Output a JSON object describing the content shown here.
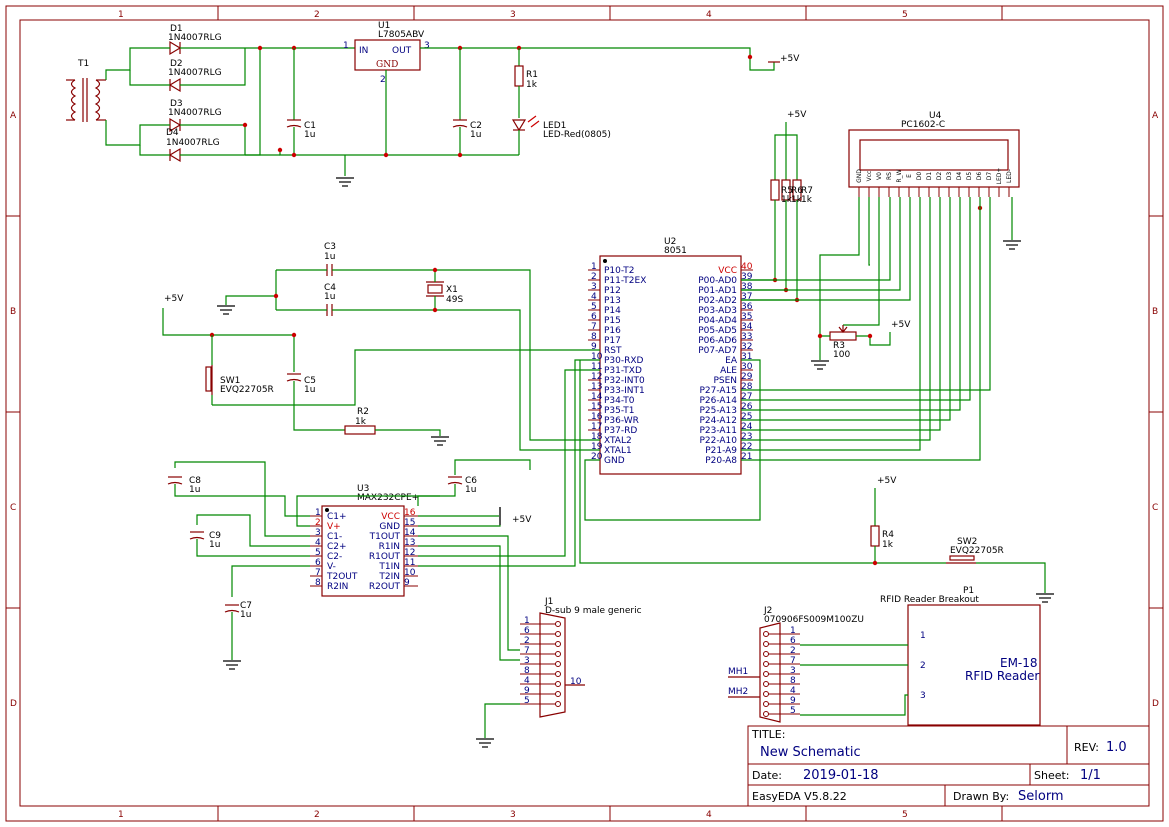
{
  "frame": {
    "col_labels": [
      "1",
      "2",
      "3",
      "4",
      "5"
    ],
    "row_labels": [
      "A",
      "B",
      "C",
      "D"
    ]
  },
  "title_block": {
    "title_label": "TITLE:",
    "title": "New Schematic",
    "rev_label": "REV:",
    "rev": "1.0",
    "date_label": "Date:",
    "date": "2019-01-18",
    "sheet_label": "Sheet:",
    "sheet": "1/1",
    "tool": "EasyEDA V5.8.22",
    "drawn_label": "Drawn By:",
    "drawn_by": "Selorm"
  },
  "power": {
    "t1": {
      "ref": "T1"
    },
    "d1": {
      "ref": "D1",
      "value": "1N4007RLG"
    },
    "d2": {
      "ref": "D2",
      "value": "1N4007RLG"
    },
    "d3": {
      "ref": "D3",
      "value": "1N4007RLG"
    },
    "d4": {
      "ref": "D4",
      "value": "1N4007RLG"
    },
    "u1": {
      "ref": "U1",
      "value": "L7805ABV",
      "pin_in": "IN",
      "pin_out": "OUT",
      "pin_gnd": "GND",
      "n_in": "1",
      "n_out": "3",
      "n_gnd": "2"
    },
    "c1": {
      "ref": "C1",
      "value": "1u"
    },
    "c2": {
      "ref": "C2",
      "value": "1u"
    },
    "r1": {
      "ref": "R1",
      "value": "1k"
    },
    "led1": {
      "ref": "LED1",
      "value": "LED-Red(0805)"
    },
    "vcc_label": "+5V"
  },
  "mcu": {
    "ref": "U2",
    "value": "8051",
    "left_pins": [
      {
        "n": "1",
        "name": "P10-T2"
      },
      {
        "n": "2",
        "name": "P11-T2EX"
      },
      {
        "n": "3",
        "name": "P12"
      },
      {
        "n": "4",
        "name": "P13"
      },
      {
        "n": "5",
        "name": "P14"
      },
      {
        "n": "6",
        "name": "P15"
      },
      {
        "n": "7",
        "name": "P16"
      },
      {
        "n": "8",
        "name": "P17"
      },
      {
        "n": "9",
        "name": "RST"
      },
      {
        "n": "10",
        "name": "P30-RXD"
      },
      {
        "n": "11",
        "name": "P31-TXD"
      },
      {
        "n": "12",
        "name": "P32-INT0"
      },
      {
        "n": "13",
        "name": "P33-INT1"
      },
      {
        "n": "14",
        "name": "P34-T0"
      },
      {
        "n": "15",
        "name": "P35-T1"
      },
      {
        "n": "16",
        "name": "P36-WR"
      },
      {
        "n": "17",
        "name": "P37-RD"
      },
      {
        "n": "18",
        "name": "XTAL2"
      },
      {
        "n": "19",
        "name": "XTAL1"
      },
      {
        "n": "20",
        "name": "GND"
      }
    ],
    "right_pins": [
      {
        "n": "40",
        "name": "VCC"
      },
      {
        "n": "39",
        "name": "P00-AD0"
      },
      {
        "n": "38",
        "name": "P01-AD1"
      },
      {
        "n": "37",
        "name": "P02-AD2"
      },
      {
        "n": "36",
        "name": "P03-AD3"
      },
      {
        "n": "35",
        "name": "P04-AD4"
      },
      {
        "n": "34",
        "name": "P05-AD5"
      },
      {
        "n": "33",
        "name": "P06-AD6"
      },
      {
        "n": "32",
        "name": "P07-AD7"
      },
      {
        "n": "31",
        "name": "EA"
      },
      {
        "n": "30",
        "name": "ALE"
      },
      {
        "n": "29",
        "name": "PSEN"
      },
      {
        "n": "28",
        "name": "P27-A15"
      },
      {
        "n": "27",
        "name": "P26-A14"
      },
      {
        "n": "26",
        "name": "P25-A13"
      },
      {
        "n": "25",
        "name": "P24-A12"
      },
      {
        "n": "24",
        "name": "P23-A11"
      },
      {
        "n": "23",
        "name": "P22-A10"
      },
      {
        "n": "22",
        "name": "P21-A9"
      },
      {
        "n": "21",
        "name": "P20-A8"
      }
    ]
  },
  "osc": {
    "c3": {
      "ref": "C3",
      "value": "1u"
    },
    "c4": {
      "ref": "C4",
      "value": "1u"
    },
    "x1": {
      "ref": "X1",
      "value": "49S"
    }
  },
  "reset": {
    "vcc_label": "+5V",
    "sw1": {
      "ref": "SW1",
      "value": "EVQ22705R"
    },
    "c5": {
      "ref": "C5",
      "value": "1u"
    },
    "r2": {
      "ref": "R2",
      "value": "1k"
    }
  },
  "rs232": {
    "ref": "U3",
    "value": "MAX232CPE+",
    "left_pins": [
      {
        "n": "1",
        "name": "C1+"
      },
      {
        "n": "2",
        "name": "V+"
      },
      {
        "n": "3",
        "name": "C1-"
      },
      {
        "n": "4",
        "name": "C2+"
      },
      {
        "n": "5",
        "name": "C2-"
      },
      {
        "n": "6",
        "name": "V-"
      },
      {
        "n": "7",
        "name": "T2OUT"
      },
      {
        "n": "8",
        "name": "R2IN"
      }
    ],
    "right_pins": [
      {
        "n": "16",
        "name": "VCC"
      },
      {
        "n": "15",
        "name": "GND"
      },
      {
        "n": "14",
        "name": "T1OUT"
      },
      {
        "n": "13",
        "name": "R1IN"
      },
      {
        "n": "12",
        "name": "R1OUT"
      },
      {
        "n": "11",
        "name": "T1IN"
      },
      {
        "n": "10",
        "name": "T2IN"
      },
      {
        "n": "9",
        "name": "R2OUT"
      }
    ],
    "vcc_label": "+5V",
    "c6": {
      "ref": "C6",
      "value": "1u"
    },
    "c7": {
      "ref": "C7",
      "value": "1u"
    },
    "c8": {
      "ref": "C8",
      "value": "1u"
    },
    "c9": {
      "ref": "C9",
      "value": "1u"
    }
  },
  "dsub": {
    "ref": "J1",
    "value": "D-sub 9 male generic",
    "pins": [
      "1",
      "6",
      "2",
      "7",
      "3",
      "8",
      "4",
      "9",
      "5"
    ],
    "shell": "10"
  },
  "lcd": {
    "ref": "U4",
    "value": "PC1602-C",
    "pins": [
      "GND",
      "Vcc",
      "V0",
      "RS",
      "R_W",
      "E",
      "D0",
      "D1",
      "D2",
      "D3",
      "D4",
      "D5",
      "D6",
      "D7",
      "LED+",
      "LED-"
    ],
    "r3": {
      "ref": "R3",
      "value": "100"
    },
    "r5": {
      "ref": "R5",
      "value": "1k"
    },
    "r6": {
      "ref": "R6",
      "value": "1k"
    },
    "r7": {
      "ref": "R7",
      "value": "1k"
    },
    "pullup_label": "+5V",
    "pot_label": "+5V"
  },
  "rfid": {
    "vcc_label": "+5V",
    "r4": {
      "ref": "R4",
      "value": "1k"
    },
    "sw2": {
      "ref": "SW2",
      "value": "EVQ22705R"
    },
    "p1": {
      "ref": "P1",
      "value": "RFID Reader Breakout",
      "title1": "EM-18",
      "title2": "RFID Reader",
      "pins": [
        "1",
        "2",
        "3"
      ]
    },
    "j2": {
      "ref": "J2",
      "value": "070906FS009M100ZU",
      "pins": [
        "1",
        "6",
        "2",
        "7",
        "3",
        "8",
        "4",
        "9",
        "5"
      ],
      "mh1": "MH1",
      "mh2": "MH2"
    }
  }
}
